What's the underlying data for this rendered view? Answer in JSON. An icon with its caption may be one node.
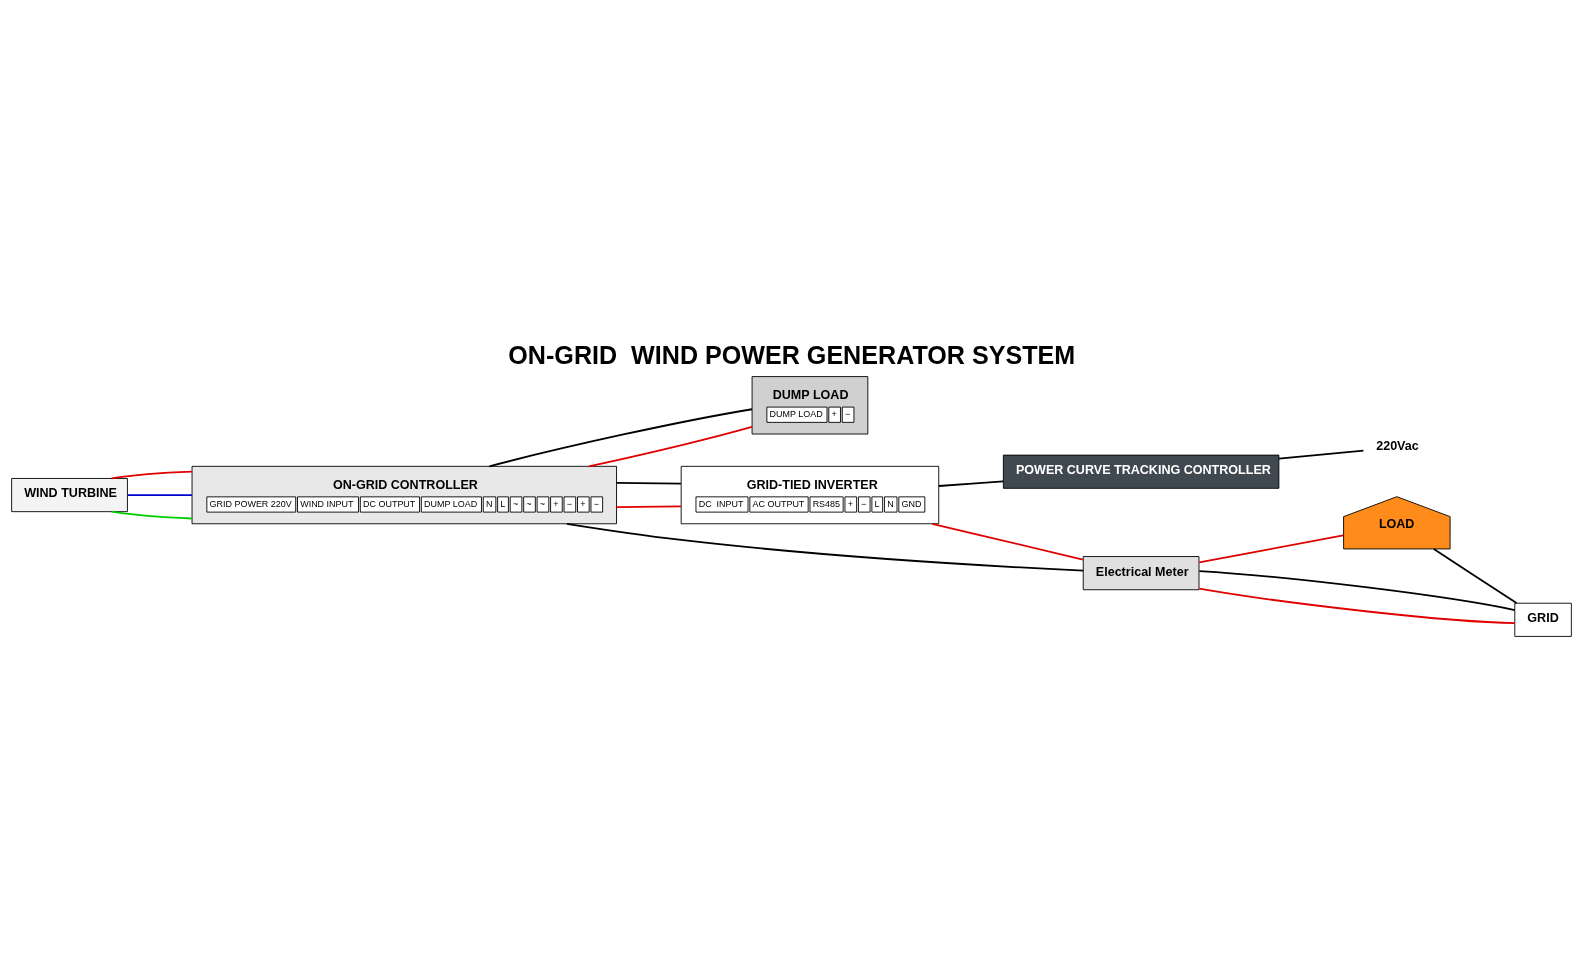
{
  "diagram": {
    "title": "ON-GRID  WIND POWER GENERATOR SYSTEM",
    "nodes": [
      {
        "text": [
          "WIND TURBINE"
        ]
      },
      {
        "text": [
          "ON-GRID CONTROLLER",
          "GRID POWER 220V",
          "WIND INPUT",
          "DC OUTPUT",
          "DUMP LOAD",
          "N",
          "L",
          "~",
          "~",
          "~",
          "+",
          "−",
          "+",
          "−"
        ]
      },
      {
        "text": [
          "DUMP LOAD",
          "DUMP LOAD",
          "+",
          "−"
        ]
      },
      {
        "text": [
          "GRID-TIED INVERTER",
          "DC  INPUT",
          "AC OUTPUT",
          "RS485",
          "+",
          "−",
          "L",
          "N",
          "GND"
        ]
      },
      {
        "text": [
          "POWER CURVE TRACKING CONTROLLER"
        ]
      },
      {
        "text": [
          "LOAD"
        ]
      },
      {
        "text": [
          "GRID"
        ]
      },
      {
        "text": [
          "Electrical Meter"
        ]
      },
      {
        "text": [
          "220Vac"
        ]
      }
    ],
    "edges": [
      {
        "from": 0,
        "to": 1,
        "arrow": "none",
        "color": "#00cc00"
      },
      {
        "from": 0,
        "to": 1,
        "arrow": "none",
        "color": "#0000cc"
      },
      {
        "from": 0,
        "to": 1,
        "arrow": "none",
        "color": "#e00000"
      },
      {
        "from": 1,
        "to": 2,
        "arrow": "none",
        "color": "#e00000"
      },
      {
        "from": 1,
        "to": 2,
        "arrow": "none",
        "color": "#000000"
      },
      {
        "from": 1,
        "to": 3,
        "arrow": "none",
        "color": "#e00000"
      },
      {
        "from": 1,
        "to": 3,
        "arrow": "none",
        "color": "#000000"
      },
      {
        "from": 3,
        "to": 4,
        "arrow": "none",
        "color": "#000000"
      },
      {
        "from": 4,
        "to": 8,
        "arrow": "none",
        "color": "#000000"
      },
      {
        "from": 3,
        "to": 7,
        "arrow": "none",
        "color": "#e00000"
      },
      {
        "from": 7,
        "to": 5,
        "arrow": "none",
        "color": "#e00000"
      },
      {
        "from": 7,
        "to": 6,
        "arrow": "none",
        "color": "#e00000"
      },
      {
        "from": 1,
        "to": 7,
        "arrow": "none",
        "color": "#000000"
      },
      {
        "from": 7,
        "to": 6,
        "arrow": "none",
        "color": "#000000"
      },
      {
        "from": 5,
        "to": 6,
        "arrow": "none",
        "color": "#000000"
      }
    ]
  }
}
